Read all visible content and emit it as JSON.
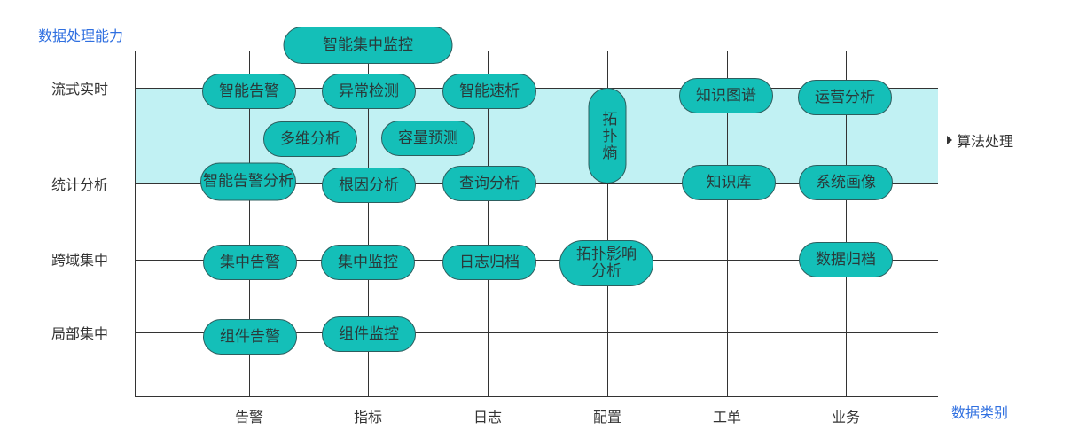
{
  "y_axis_title": "数据处理能力",
  "x_axis_title": "数据类别",
  "band_label": "算法处理",
  "band_marker_icon": "triangle-right-icon",
  "rows": [
    "流式实时",
    "统计分析",
    "跨域集中",
    "局部集中"
  ],
  "columns": [
    "告警",
    "指标",
    "日志",
    "配置",
    "工单",
    "业务"
  ],
  "capabilities": [
    "智能集中监控",
    "智能告警",
    "异常检测",
    "智能速析",
    "拓扑熵",
    "知识图谱",
    "运营分析",
    "多维分析",
    "容量预测",
    "智能告警分析",
    "根因分析",
    "查询分析",
    "知识库",
    "系统画像",
    "集中告警",
    "集中监控",
    "日志归档",
    "拓扑影响分析",
    "数据归档",
    "组件告警",
    "组件监控"
  ],
  "colors": {
    "pill": "#14bfb8",
    "band": "#c1f1f3",
    "axis_title": "#2f6fe0"
  }
}
